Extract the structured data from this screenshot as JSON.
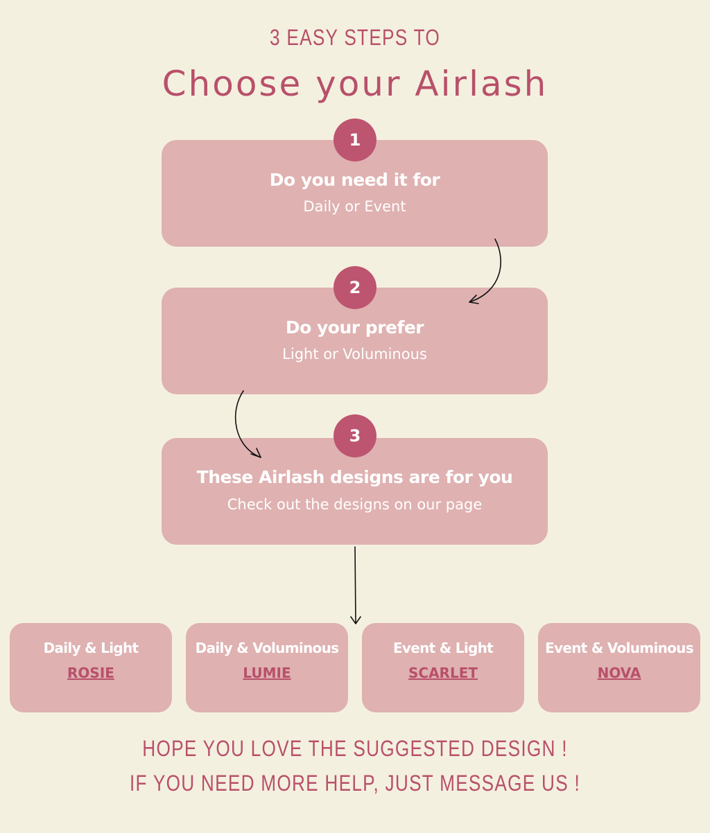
{
  "header": {
    "kicker": "3 EASY STEPS TO",
    "title": "Choose your Airlash"
  },
  "steps": [
    {
      "number": "1",
      "heading": "Do you need it for",
      "subtext": "Daily or Event"
    },
    {
      "number": "2",
      "heading": "Do your prefer",
      "subtext": "Light or Voluminous"
    },
    {
      "number": "3",
      "heading": "These Airlash designs are for you",
      "subtext": "Check out the designs on our page"
    }
  ],
  "designs": [
    {
      "label": "Daily & Light",
      "name": "ROSIE"
    },
    {
      "label": "Daily & Voluminous",
      "name": "LUMIE"
    },
    {
      "label": "Event & Light",
      "name": "SCARLET"
    },
    {
      "label": "Event & Voluminous",
      "name": "NOVA"
    }
  ],
  "footer": {
    "line1": "HOPE YOU LOVE THE SUGGESTED DESIGN !",
    "line2": "IF YOU NEED MORE HELP, JUST MESSAGE US !"
  },
  "colors": {
    "background": "#f4f0df",
    "accent": "#b8506a",
    "box": "#dfb1b1",
    "badge": "#bd5470"
  }
}
